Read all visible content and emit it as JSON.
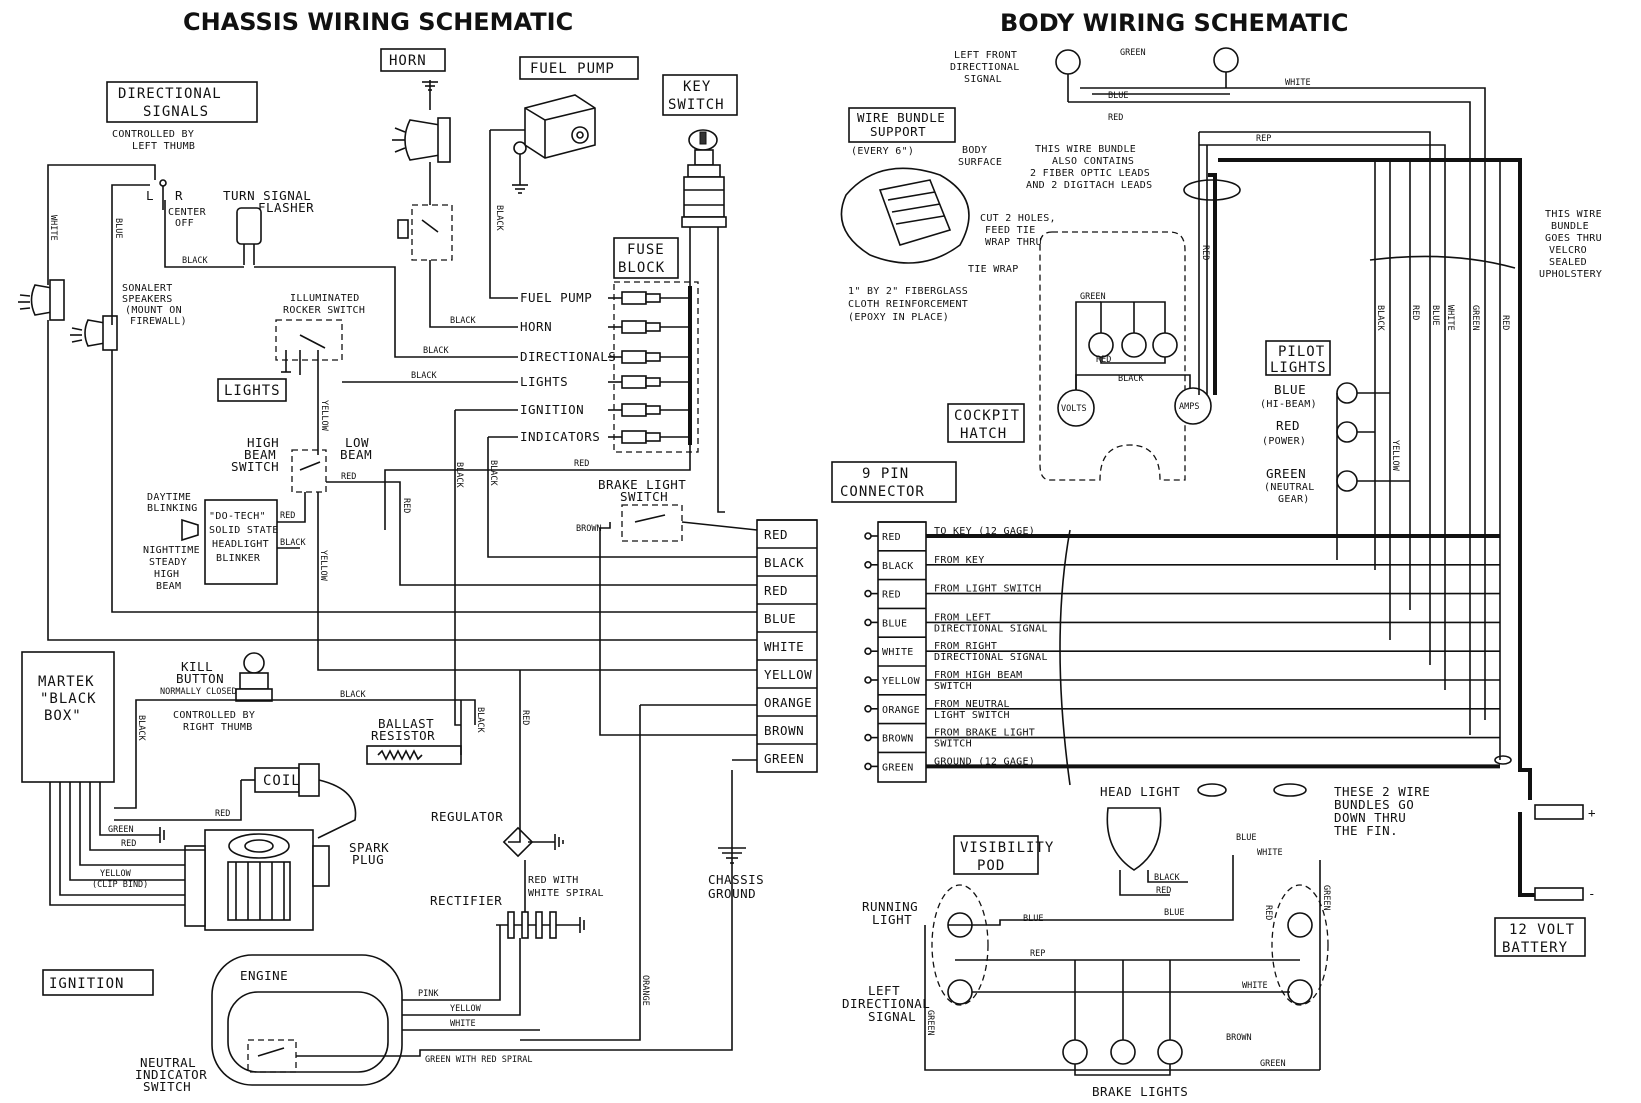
{
  "titles": {
    "chassis": "CHASSIS WIRING SCHEMATIC",
    "body": "BODY WIRING SCHEMATIC"
  },
  "chassis": {
    "directional_signals": [
      "DIRECTIONAL",
      "SIGNALS"
    ],
    "controlled_by_left": [
      "CONTROLLED BY",
      "LEFT THUMB"
    ],
    "horn": "HORN",
    "fuel_pump": "FUEL PUMP",
    "key_switch": [
      "KEY",
      "SWITCH"
    ],
    "fuse_block": [
      "FUSE",
      "BLOCK"
    ],
    "turn_signal_flasher": [
      "TURN SIGNAL",
      "FLASHER"
    ],
    "center_off": [
      "CENTER",
      "OFF"
    ],
    "l": "L",
    "r": "R",
    "sonalert": [
      "SONALERT",
      "SPEAKERS",
      "(MOUNT ON",
      "FIREWALL)"
    ],
    "illuminated_rocker": [
      "ILLUMINATED",
      "ROCKER SWITCH"
    ],
    "lights": "LIGHTS",
    "high_beam_switch": [
      "HIGH",
      "BEAM",
      "SWITCH"
    ],
    "low_beam": [
      "LOW",
      "BEAM"
    ],
    "daytime_blinking": [
      "DAYTIME",
      "BLINKING"
    ],
    "nighttime": [
      "NIGHTTIME",
      "STEADY",
      "HIGH",
      "BEAM"
    ],
    "do_tech": [
      "\"DO-TECH\"",
      "SOLID STATE",
      "HEADLIGHT",
      "BLINKER"
    ],
    "fuse_rows": [
      "FUEL PUMP",
      "HORN",
      "DIRECTIONALS",
      "LIGHTS",
      "IGNITION",
      "INDICATORS"
    ],
    "brake_light_switch": [
      "BRAKE LIGHT",
      "SWITCH"
    ],
    "brown": "BROWN",
    "connector_colors": [
      "RED",
      "BLACK",
      "RED",
      "BLUE",
      "WHITE",
      "YELLOW",
      "ORANGE",
      "BROWN",
      "GREEN"
    ],
    "martek": [
      "MARTEK",
      "\"BLACK",
      "BOX\""
    ],
    "kill_button": [
      "KILL",
      "BUTTON",
      "NORMALLY CLOSED"
    ],
    "controlled_by_right": [
      "CONTROLLED BY",
      "RIGHT THUMB"
    ],
    "ballast_resistor": [
      "BALLAST",
      "RESISTOR"
    ],
    "coil": "COIL",
    "spark_plug": [
      "SPARK",
      "PLUG"
    ],
    "regulator": "REGULATOR",
    "red_white_spiral": [
      "RED WITH",
      "WHITE SPIRAL"
    ],
    "rectifier": "RECTIFIER",
    "engine": "ENGINE",
    "ignition": "IGNITION",
    "neutral_indicator": [
      "NEUTRAL",
      "INDICATOR",
      "SWITCH"
    ],
    "chassis_ground": [
      "CHASSIS",
      "GROUND"
    ],
    "wire_white": "WHITE",
    "wire_blue": "BLUE",
    "wire_black": "BLACK",
    "wire_red": "RED",
    "wire_yellow": "YELLOW",
    "wire_green": "GREEN",
    "wire_pink": "PINK",
    "wire_orange": "ORANGE",
    "yellow_clipbind": [
      "YELLOW",
      "(CLIP BIND)"
    ],
    "green_red_spiral": "GREEN WITH RED SPIRAL"
  },
  "body": {
    "left_front": [
      "LEFT FRONT",
      "DIRECTIONAL",
      "SIGNAL"
    ],
    "wire_bundle_support": [
      "WIRE BUNDLE",
      "SUPPORT"
    ],
    "every6": "(EVERY 6\")",
    "body_surface": [
      "BODY",
      "SURFACE"
    ],
    "bundle_note": [
      "THIS WIRE BUNDLE",
      "ALSO CONTAINS",
      "2 FIBER OPTIC LEADS",
      "AND 2 DIGITACH LEADS"
    ],
    "cut_holes": [
      "CUT 2 HOLES,",
      "FEED TIE",
      "WRAP THRU"
    ],
    "tie_wrap": "TIE WRAP",
    "fiberglass": [
      "1\" BY 2\" FIBERGLASS",
      "CLOTH REINFORCEMENT",
      "(EPOXY IN PLACE)"
    ],
    "this_bundle_velcro": [
      "THIS WIRE",
      "BUNDLE",
      "GOES THRU",
      "VELCRO",
      "SEALED",
      "UPHOLSTERY"
    ],
    "volts": "VOLTS",
    "amps": "AMPS",
    "cockpit_hatch": [
      "COCKPIT",
      "HATCH"
    ],
    "pilot_lights": [
      "PILOT",
      "LIGHTS"
    ],
    "pilot_blue": [
      "BLUE",
      "(HI-BEAM)"
    ],
    "pilot_red": [
      "RED",
      "(POWER)"
    ],
    "pilot_green": [
      "GREEN",
      "(NEUTRAL",
      "GEAR)"
    ],
    "nine_pin": [
      "9 PIN",
      "CONNECTOR"
    ],
    "pins": [
      {
        "color": "RED",
        "desc": [
          "TO KEY (12 GAGE)"
        ]
      },
      {
        "color": "BLACK",
        "desc": [
          "FROM KEY"
        ]
      },
      {
        "color": "RED",
        "desc": [
          "FROM LIGHT SWITCH"
        ]
      },
      {
        "color": "BLUE",
        "desc": [
          "FROM LEFT",
          "DIRECTIONAL SIGNAL"
        ]
      },
      {
        "color": "WHITE",
        "desc": [
          "FROM RIGHT",
          "DIRECTIONAL SIGNAL"
        ]
      },
      {
        "color": "YELLOW",
        "desc": [
          "FROM HIGH BEAM",
          "SWITCH"
        ]
      },
      {
        "color": "ORANGE",
        "desc": [
          "FROM NEUTRAL",
          "LIGHT SWITCH"
        ]
      },
      {
        "color": "BROWN",
        "desc": [
          "FROM BRAKE LIGHT",
          "SWITCH"
        ]
      },
      {
        "color": "GREEN",
        "desc": [
          "GROUND (12 GAGE)"
        ]
      }
    ],
    "head_light": "HEAD LIGHT",
    "two_bundles": [
      "THESE 2 WIRE",
      "BUNDLES GO",
      "DOWN THRU",
      "THE FIN."
    ],
    "visibility_pod": [
      "VISIBILITY",
      "POD"
    ],
    "running_light": [
      "RUNNING",
      "LIGHT"
    ],
    "left_directional": [
      "LEFT",
      "DIRECTIONAL",
      "SIGNAL"
    ],
    "brake_lights": "BRAKE LIGHTS",
    "battery": [
      "12 VOLT",
      "BATTERY"
    ],
    "plus": "+",
    "minus": "-",
    "wire_green": "GREEN",
    "wire_white": "WHITE",
    "wire_blue": "BLUE",
    "wire_red": "RED",
    "wire_black": "BLACK",
    "wire_brown": "BROWN",
    "wire_yellow": "YELLOW",
    "wire_rep": "REP"
  }
}
